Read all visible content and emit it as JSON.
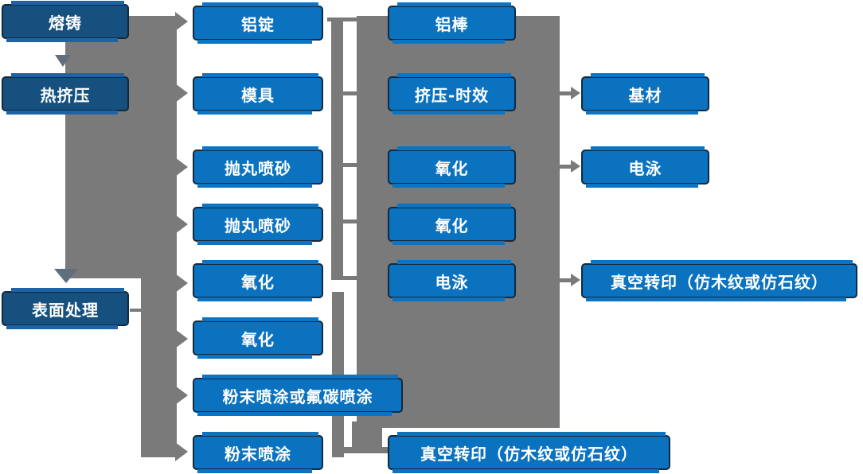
{
  "diagram_title": "",
  "colors": {
    "node_blue": "#0b72bf",
    "node_dark": "#15507e",
    "node_border_navy": "#13293e",
    "accent_bar_blue": "#0c74c2",
    "accent_bar_dark": "#1e63a5",
    "connector_gray": "#7a7a7a",
    "down_arrow_gray": "#616f7d",
    "text_white": "#ffffff"
  },
  "nodes": {
    "melting_casting": "熔铸",
    "hot_extrusion": "热挤压",
    "surface_treatment": "表面处理",
    "aluminum_ingot": "铝锭",
    "mold": "模具",
    "shot_blasting_1": "抛丸喷砂",
    "shot_blasting_2": "抛丸喷砂",
    "oxidation_1": "氧化",
    "oxidation_2": "氧化",
    "powder_or_fluorocarbon_coating": "粉末喷涂或氟碳喷涂",
    "powder_coating": "粉末喷涂",
    "aluminum_rod": "铝棒",
    "extrusion_aging": "挤压-时效",
    "oxidation_3": "氧化",
    "oxidation_4": "氧化",
    "electrophoresis_1": "电泳",
    "vacuum_transfer_1": "真空转印（仿木纹或仿石纹）",
    "base_material": "基材",
    "electrophoresis_2": "电泳",
    "vacuum_transfer_2": "真空转印（仿木纹或仿石纹）"
  }
}
